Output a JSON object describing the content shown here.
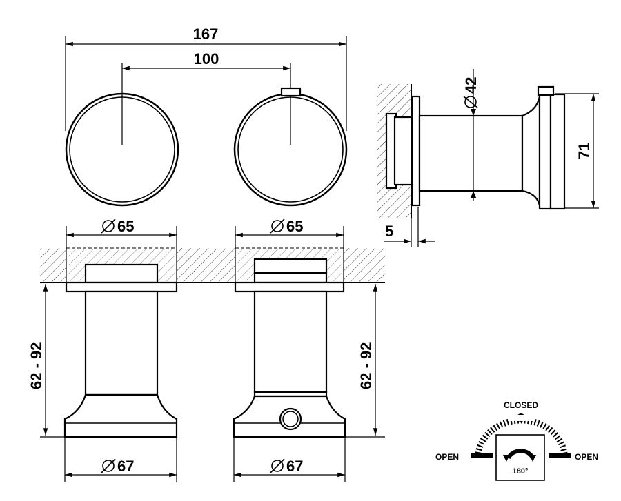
{
  "front_view": {
    "overall_width": "167",
    "center_distance": "100"
  },
  "side_view": {
    "diameter_42": "42",
    "height_71": "71",
    "wall_offset": "5"
  },
  "plan_view": {
    "left_flange_diameter": "65",
    "right_flange_diameter": "65",
    "left_depth_range": "62 - 92",
    "right_depth_range": "62 - 92",
    "left_base_diameter": "67",
    "right_base_diameter": "67"
  },
  "rotation_legend": {
    "closed_label": "CLOSED",
    "open_left_label": "OPEN",
    "open_right_label": "OPEN",
    "angle_label": "180°"
  },
  "colors": {
    "line": "#000000",
    "background": "#ffffff"
  }
}
